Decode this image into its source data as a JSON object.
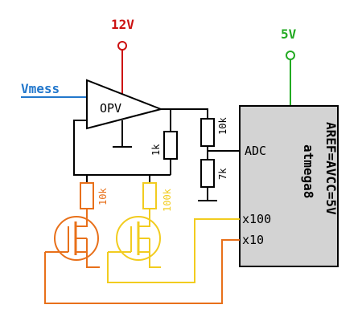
{
  "supply": {
    "v12": {
      "label": "12V",
      "color": "#cc1111"
    },
    "v5": {
      "label": "5V",
      "color": "#22aa22"
    }
  },
  "input": {
    "label": "Vmess",
    "color": "#2277cc"
  },
  "opamp": {
    "label": "OPV"
  },
  "resistors": {
    "feedback": "1k",
    "divider_top": "10k",
    "divider_bottom": "7k",
    "drain_orange": "10k",
    "drain_yellow": "100k"
  },
  "mcu": {
    "name": "atmega8",
    "ref_label": "AREF=AVCC=5V",
    "adc_pin": "ADC",
    "pin_x100": "x100",
    "pin_x10": "x10",
    "fill": "#d3d3d3"
  },
  "colors": {
    "orange": "#e8701a",
    "yellow": "#f2cc1f"
  }
}
